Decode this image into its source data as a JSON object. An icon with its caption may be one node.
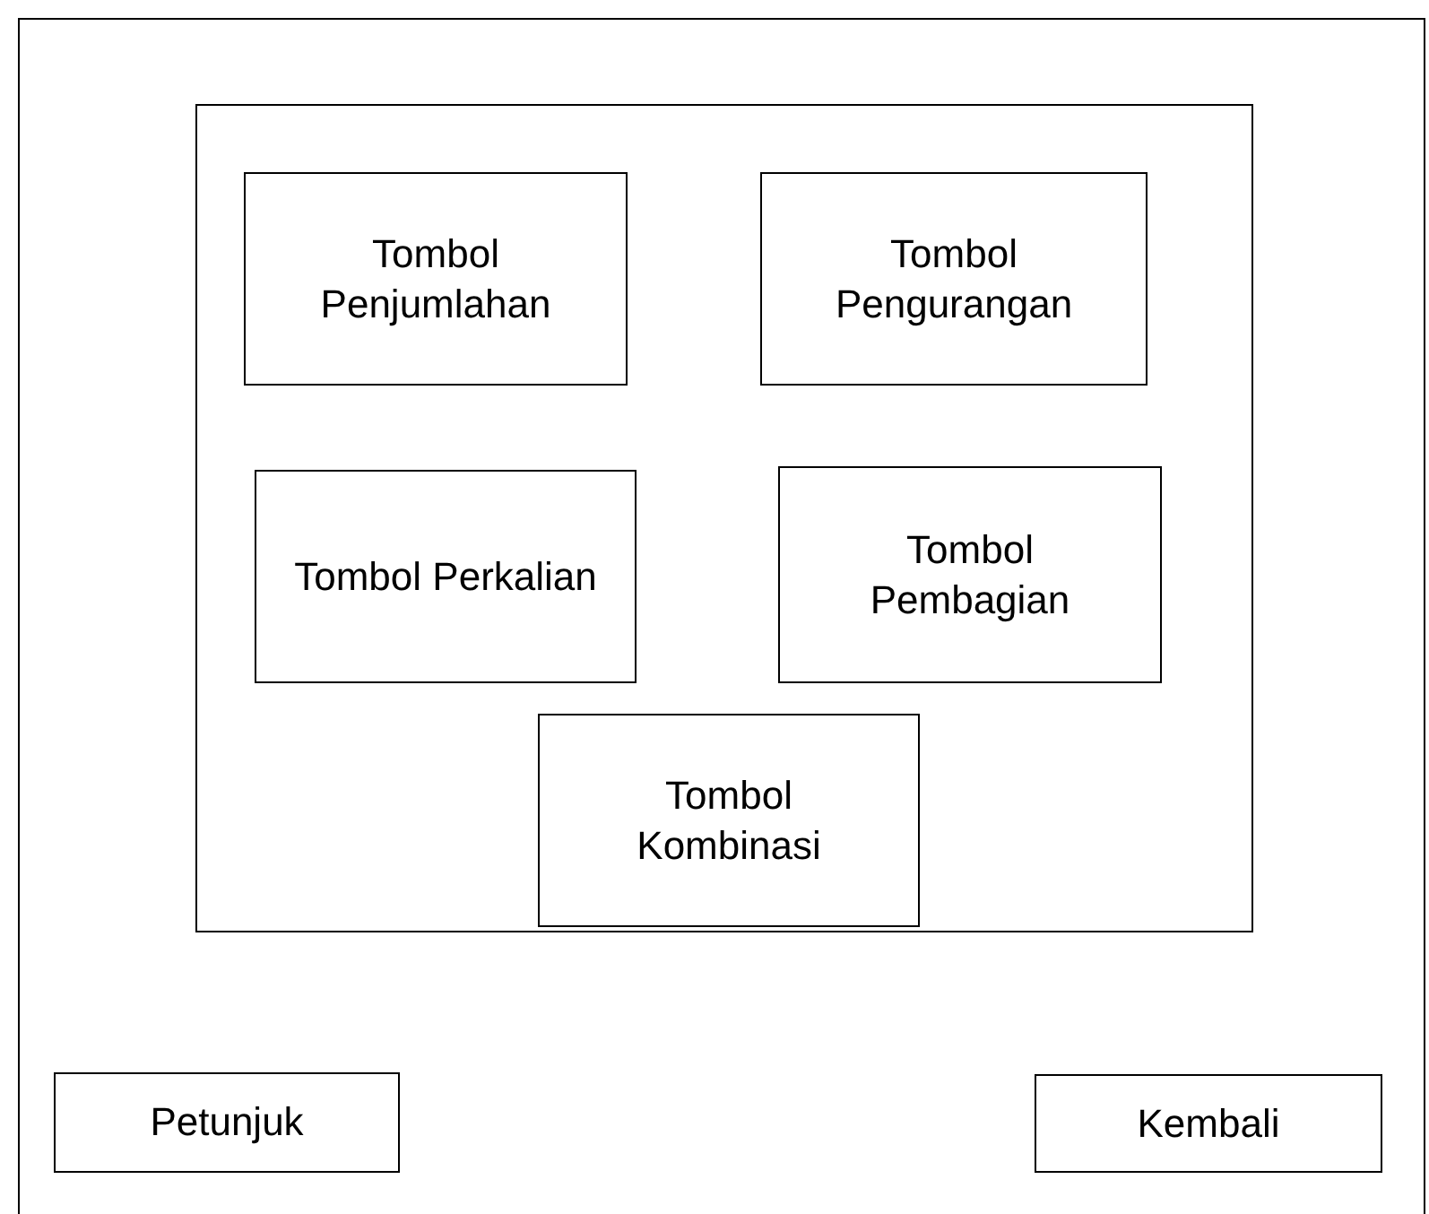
{
  "diagram": {
    "nodes": [
      {
        "text": [],
        "shape": "box"
      },
      {
        "text": [],
        "shape": "box",
        "in": 0
      },
      {
        "text": [
          "Tombol Penjumlahan"
        ],
        "in": 1
      },
      {
        "text": [
          "Tombol Pengurangan"
        ],
        "in": 1
      },
      {
        "text": [
          "Tombol Perkalian"
        ],
        "in": 1
      },
      {
        "text": [
          "Tombol Pembagian"
        ],
        "in": 1
      },
      {
        "text": [
          "Tombol Kombinasi"
        ],
        "in": 1
      },
      {
        "text": [
          "Petunjuk"
        ],
        "in": 0
      },
      {
        "text": [
          "Kembali"
        ],
        "in": 0
      }
    ]
  }
}
